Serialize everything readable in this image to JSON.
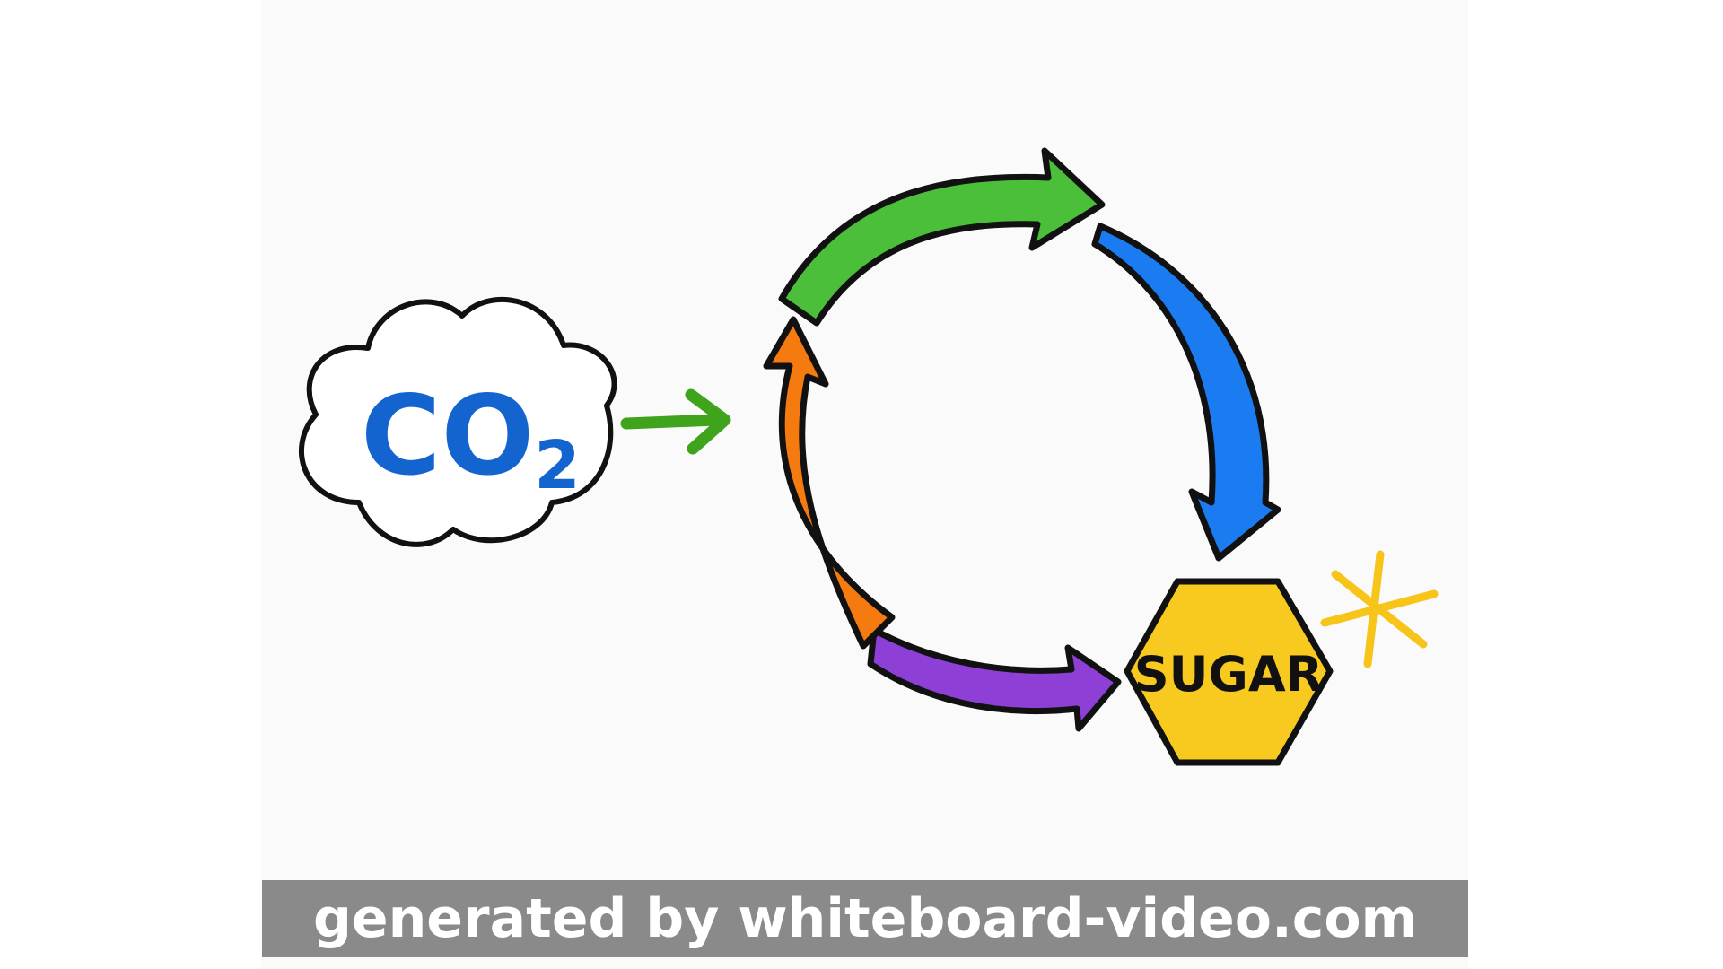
{
  "diagram": {
    "source_label": {
      "main": "CO",
      "subscript": "2"
    },
    "product_label": "SUGAR",
    "colors": {
      "co2_text": "#1464d0",
      "input_arrow": "#3fa31c",
      "cycle_green": "#4cbf3a",
      "cycle_blue": "#1a7cf0",
      "cycle_purple": "#8d3fd6",
      "cycle_orange": "#f57b10",
      "hexagon": "#f8c91f",
      "sparkle": "#f7c51a",
      "outline": "#111111"
    }
  },
  "watermark": {
    "text": "generated by whiteboard-video.com"
  }
}
